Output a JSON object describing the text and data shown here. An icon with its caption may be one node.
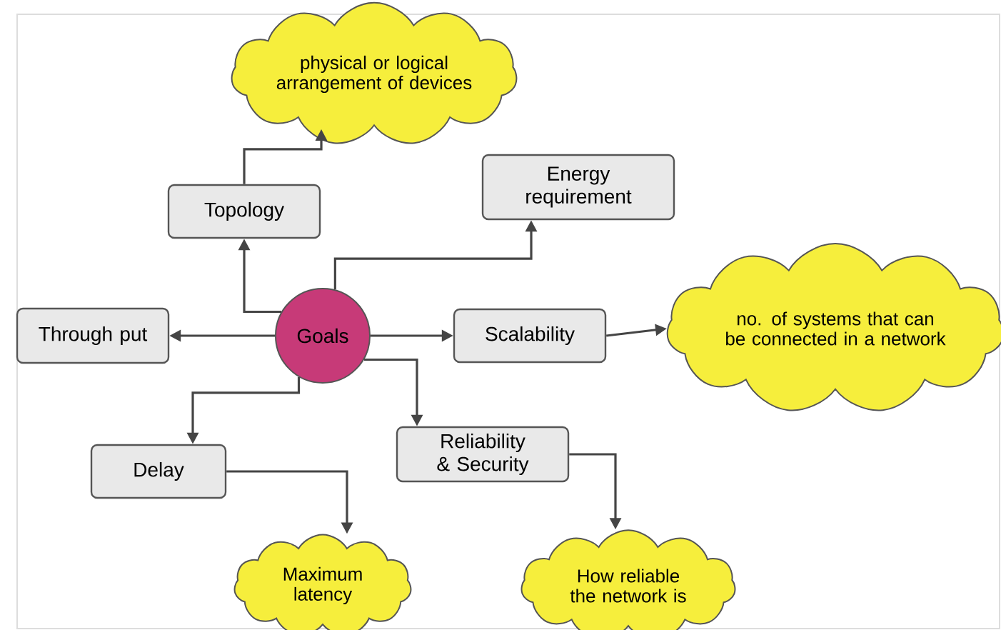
{
  "diagram": {
    "nodes": [
      {
        "text": [
          "Goals"
        ]
      },
      {
        "text": [
          "Topology"
        ]
      },
      {
        "text": [
          "physical or logical arrangement of devices"
        ]
      },
      {
        "text": [
          "Energy requirement"
        ]
      },
      {
        "text": [
          "Through put"
        ]
      },
      {
        "text": [
          "Scalability"
        ]
      },
      {
        "text": [
          "no. of systems that can be connected in a network"
        ]
      },
      {
        "text": [
          "Delay"
        ]
      },
      {
        "text": [
          "Reliability & Security"
        ]
      },
      {
        "text": [
          "Maximum latency"
        ]
      },
      {
        "text": [
          "How reliable the network is"
        ]
      }
    ],
    "edges": [
      {
        "from": 0,
        "to": 1,
        "arrow": "to"
      },
      {
        "from": 0,
        "to": 3,
        "arrow": "to"
      },
      {
        "from": 0,
        "to": 4,
        "arrow": "to"
      },
      {
        "from": 0,
        "to": 5,
        "arrow": "to"
      },
      {
        "from": 0,
        "to": 7,
        "arrow": "to"
      },
      {
        "from": 0,
        "to": 8,
        "arrow": "to"
      },
      {
        "from": 1,
        "to": 2,
        "arrow": "to"
      },
      {
        "from": 5,
        "to": 6,
        "arrow": "to"
      },
      {
        "from": 7,
        "to": 9,
        "arrow": "to"
      },
      {
        "from": 8,
        "to": 10,
        "arrow": "to"
      }
    ]
  }
}
